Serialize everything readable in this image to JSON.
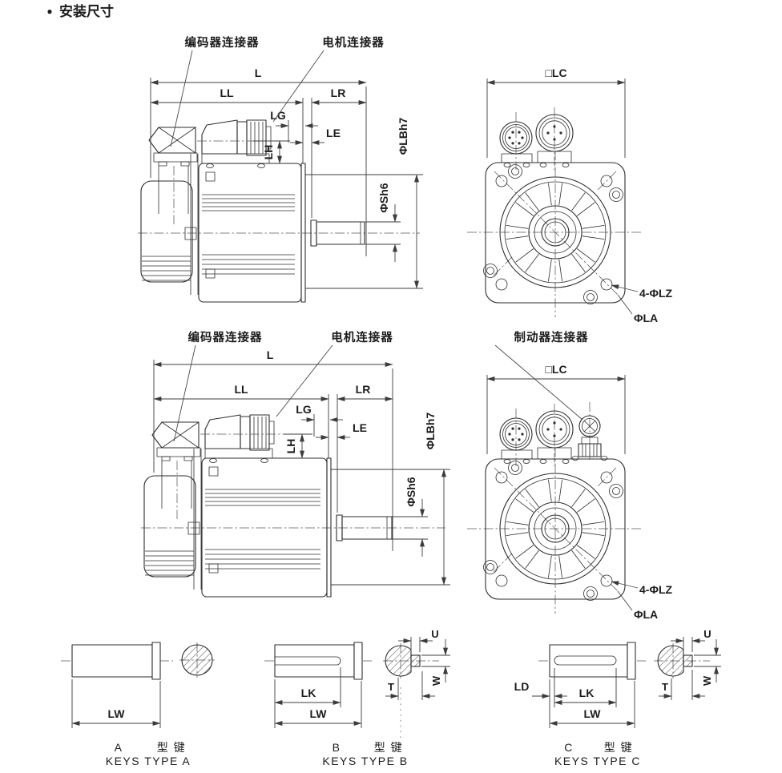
{
  "page": {
    "bullet": "●",
    "title": "安装尺寸"
  },
  "colors": {
    "line": "#2e2e2e",
    "dimension": "#3c3c3c",
    "text": "#1c1c1c",
    "background": "#ffffff"
  },
  "top_side_view": {
    "encoder_connector_label": "编码器连接器",
    "motor_connector_label": "电机连接器",
    "dims": {
      "L": "L",
      "LL": "LL",
      "LR": "LR",
      "LG": "LG",
      "LE": "LE",
      "LH": "LH",
      "LB": "ΦLBh7",
      "S": "ΦSh6"
    }
  },
  "top_front_view": {
    "dims": {
      "LC": "□LC",
      "LZ": "4-ΦLZ",
      "LA": "ΦLA"
    }
  },
  "brake_side_view": {
    "encoder_connector_label": "编码器连接器",
    "motor_connector_label": "电机连接器",
    "dims": {
      "L": "L",
      "LL": "LL",
      "LR": "LR",
      "LG": "LG",
      "LE": "LE",
      "LH": "LH",
      "LB": "ΦLBh7",
      "S": "ΦSh6"
    }
  },
  "brake_front_view": {
    "brake_connector_label": "制动器连接器",
    "dims": {
      "LC": "□LC",
      "LZ": "4-ΦLZ",
      "LA": "ΦLA"
    }
  },
  "keys": {
    "a": {
      "letter": "A",
      "type_cn": "型 键",
      "type_en": "KEYS TYPE A",
      "dims": {
        "LW": "LW"
      }
    },
    "b": {
      "letter": "B",
      "type_cn": "型 键",
      "type_en": "KEYS TYPE B",
      "dims": {
        "LK": "LK",
        "LW": "LW",
        "U": "U",
        "W": "W",
        "T": "T"
      }
    },
    "c": {
      "letter": "C",
      "type_cn": "型 键",
      "type_en": "KEYS TYPE C",
      "dims": {
        "LD": "LD",
        "LK": "LK",
        "LW": "LW",
        "U": "U",
        "W": "W",
        "T": "T"
      }
    }
  }
}
